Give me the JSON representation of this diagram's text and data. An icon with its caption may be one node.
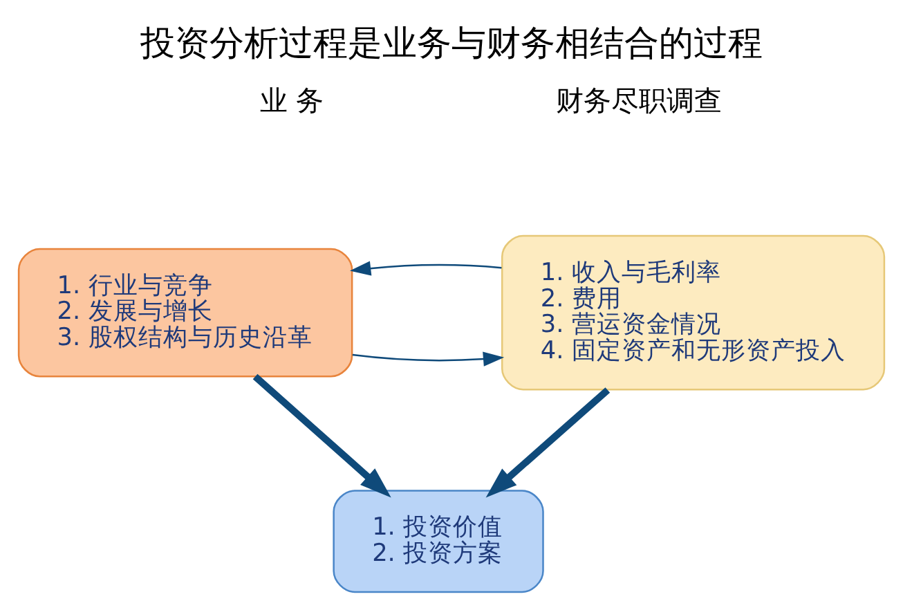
{
  "diagram": {
    "title": "投资分析过程是业务与财务相结合的过程",
    "nodes": [
      {
        "text": [
          "1. 行业与竞争",
          "2. 发展与增长",
          "3. 股权结构与历史沿革"
        ]
      },
      {
        "text": [
          "1. 收入与毛利率",
          "2. 费用",
          "3. 营运资金情况",
          "4. 固定资产和无形资产投入"
        ]
      },
      {
        "text": [
          "1. 投资价值",
          "2. 投资方案"
        ]
      }
    ],
    "edges": [
      {
        "from": 0,
        "to": 1,
        "arrow": "to"
      },
      {
        "from": 1,
        "to": 0,
        "arrow": "to"
      },
      {
        "from": 0,
        "to": 2,
        "arrow": "to",
        "style": "thick"
      },
      {
        "from": 1,
        "to": 2,
        "arrow": "to",
        "style": "thick"
      }
    ],
    "labels": [
      "业 务",
      "财务尽职调查"
    ]
  }
}
